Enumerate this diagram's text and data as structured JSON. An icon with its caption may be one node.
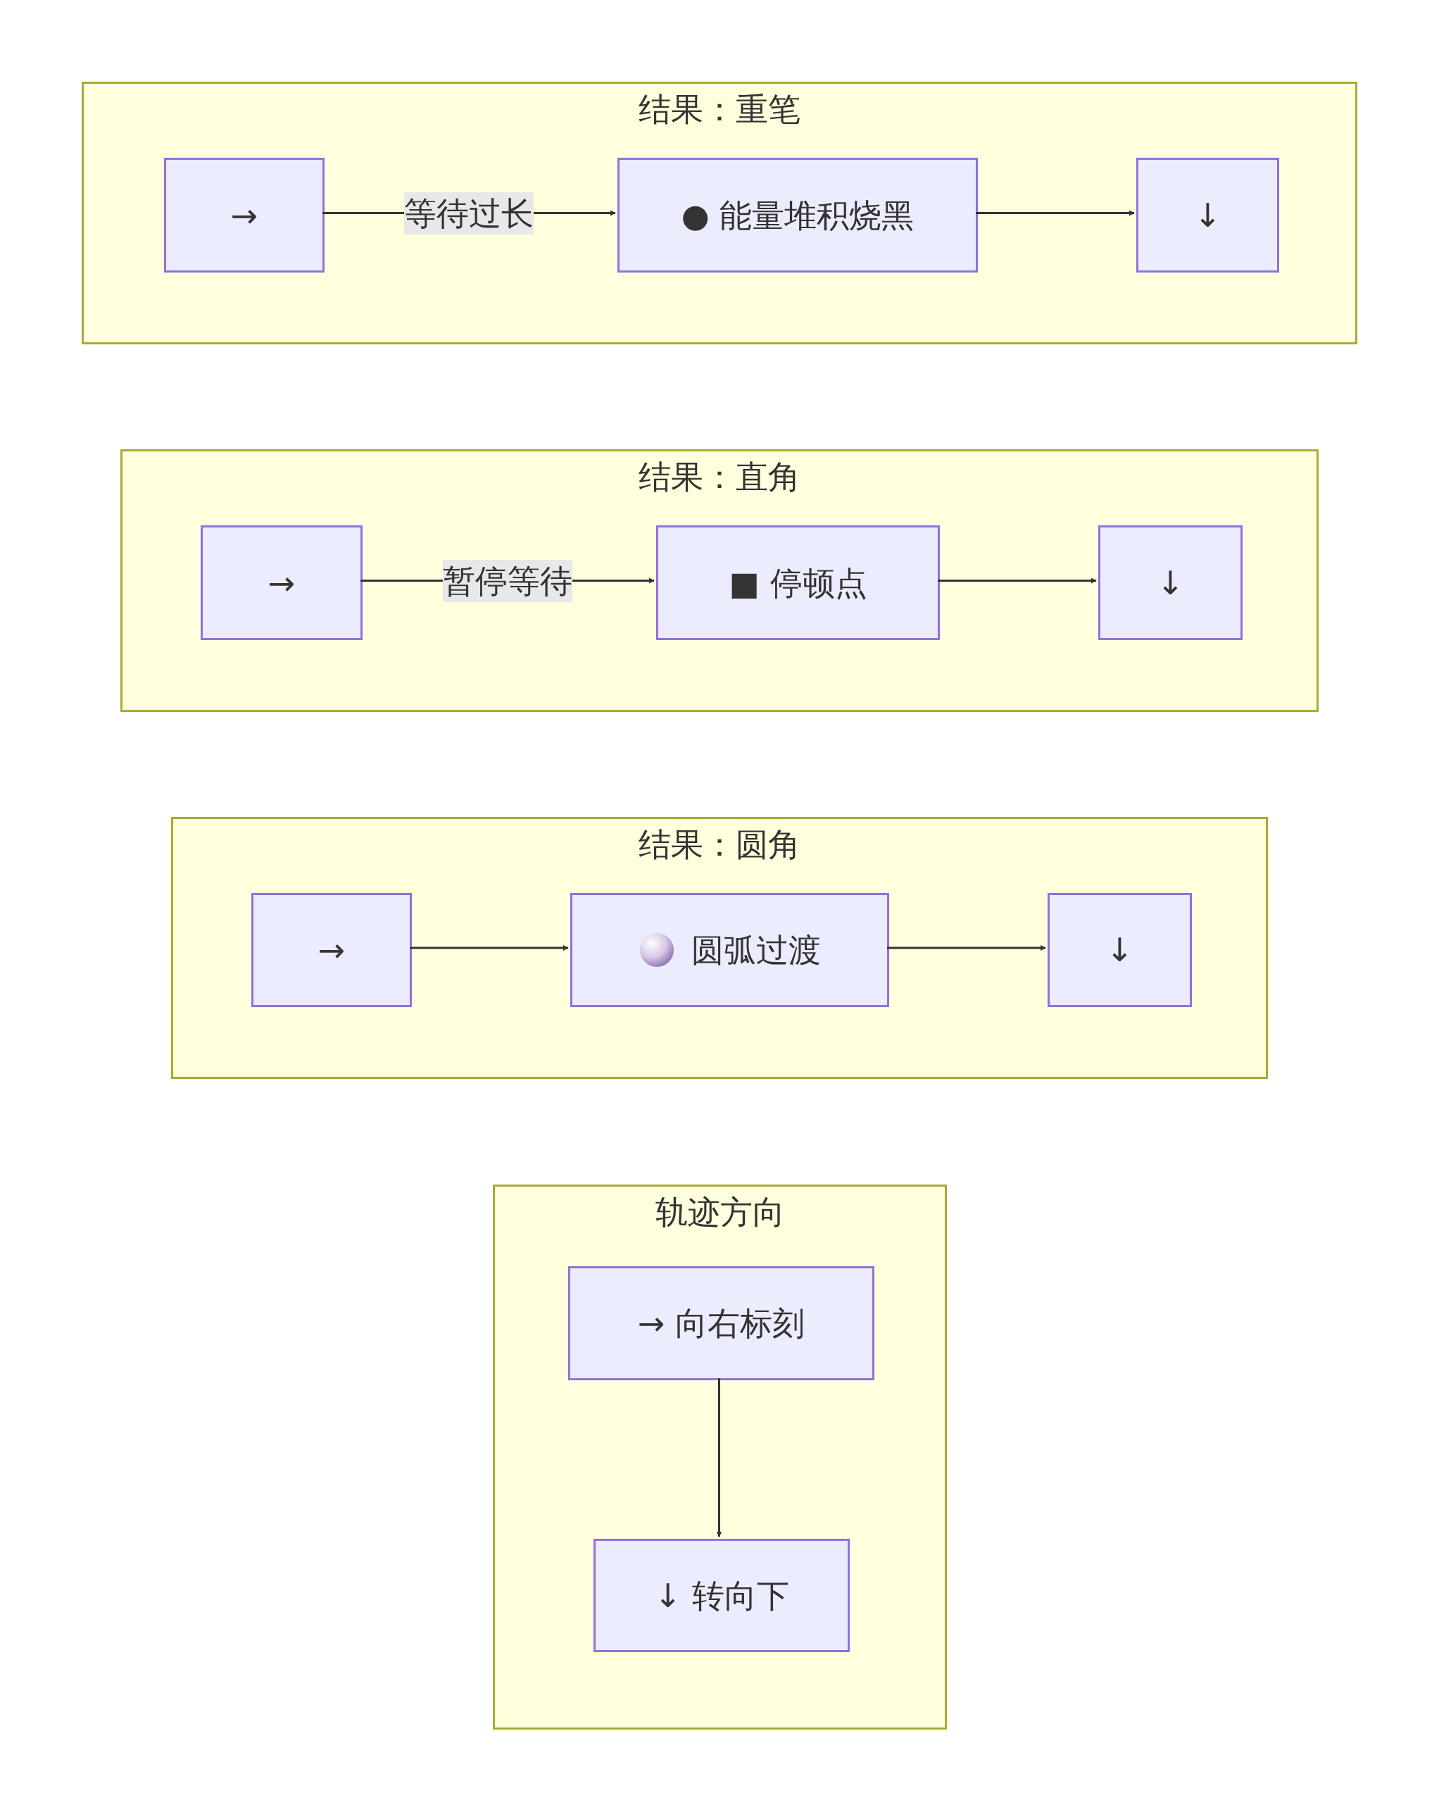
{
  "diagram": {
    "nodes": [
      {
        "text": [
          "结果：重笔"
        ]
      },
      {
        "text": [
          "→"
        ],
        "in": 0
      },
      {
        "text": [
          "● 能量堆积烧黑"
        ],
        "in": 0
      },
      {
        "text": [
          "↓"
        ],
        "in": 0
      },
      {
        "text": [
          "结果：直角"
        ]
      },
      {
        "text": [
          "→"
        ],
        "in": 4
      },
      {
        "text": [
          "■ 停顿点"
        ],
        "in": 4
      },
      {
        "text": [
          "↓"
        ],
        "in": 4
      },
      {
        "text": [
          "结果：圆角"
        ]
      },
      {
        "text": [
          "→"
        ],
        "in": 8
      },
      {
        "text": [
          "圆弧过渡"
        ],
        "in": 8
      },
      {
        "text": [
          "↓"
        ],
        "in": 8
      },
      {
        "text": [
          "轨迹方向"
        ]
      },
      {
        "text": [
          "→ 向右标刻"
        ],
        "in": 12
      },
      {
        "text": [
          "↓ 转向下"
        ],
        "in": 12
      }
    ],
    "edges": [
      {
        "from": 1,
        "to": 2,
        "arrow": "to",
        "label": "等待过长"
      },
      {
        "from": 2,
        "to": 3,
        "arrow": "to"
      },
      {
        "from": 5,
        "to": 6,
        "arrow": "to",
        "label": "暂停等待"
      },
      {
        "from": 6,
        "to": 7,
        "arrow": "to"
      },
      {
        "from": 9,
        "to": 10,
        "arrow": "to"
      },
      {
        "from": 10,
        "to": 11,
        "arrow": "to"
      },
      {
        "from": 13,
        "to": 14,
        "arrow": "to"
      }
    ]
  }
}
